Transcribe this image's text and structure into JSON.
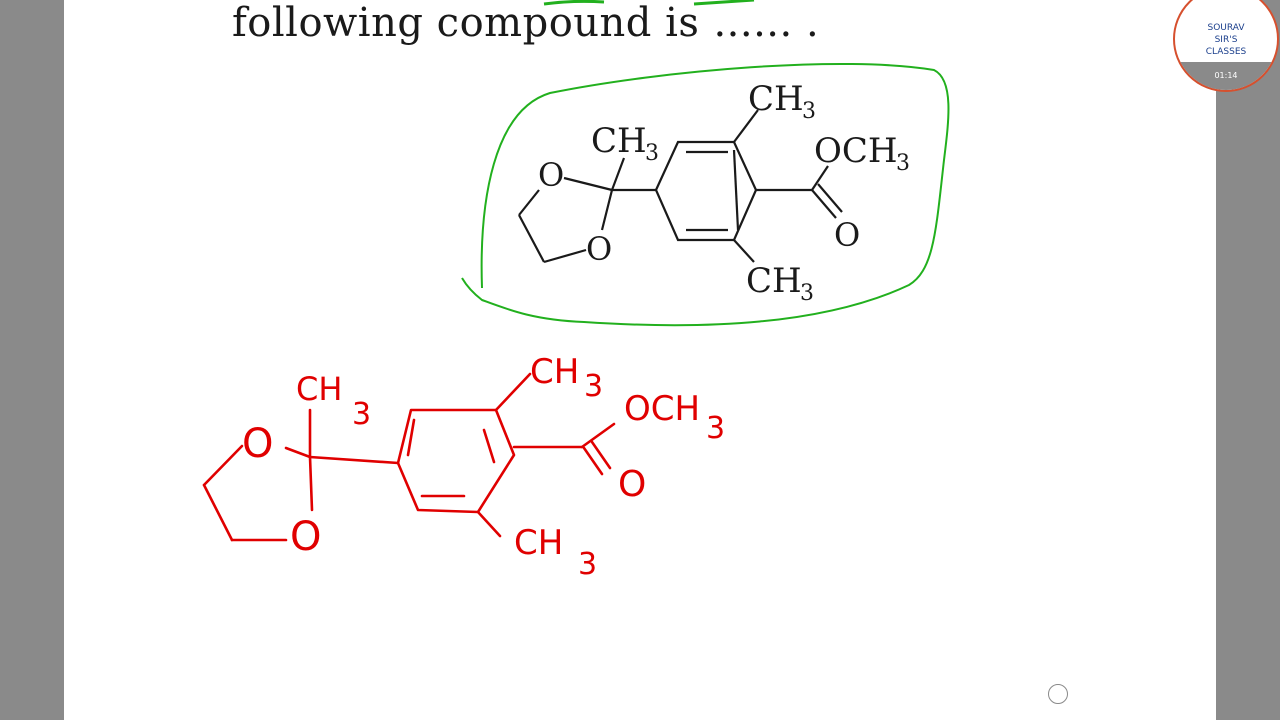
{
  "question": {
    "text": "following compound is",
    "dots": "...... ."
  },
  "printed_structure": {
    "labels": {
      "ch3_top": "CH",
      "ch3_top_sub": "3",
      "ch3_ketal": "CH",
      "ch3_ketal_sub": "3",
      "och3": "OCH",
      "och3_sub": "3",
      "o_ring_top": "O",
      "o_ring_bottom": "O",
      "o_carbonyl": "O",
      "ch3_bottom": "CH",
      "ch3_bottom_sub": "3"
    },
    "highlight_color": "#22b01e"
  },
  "handwritten_structure": {
    "labels": {
      "ch3_top": "CH",
      "ch3_top_sub": "3",
      "ch3_ketal": "CH",
      "ch3_ketal_sub": "3",
      "och3": "OCH",
      "och3_sub": "3",
      "o_ring_top": "O",
      "o_ring_bottom": "O",
      "o_carbonyl": "O",
      "ch3_bottom": "CH",
      "ch3_bottom_sub": "3"
    },
    "ink_color": "#e00000"
  },
  "logo": {
    "line1": "SOURAV",
    "line2": "SIR'S",
    "line3": "CLASSES",
    "time": "01:14",
    "border_color": "#d6502e"
  }
}
